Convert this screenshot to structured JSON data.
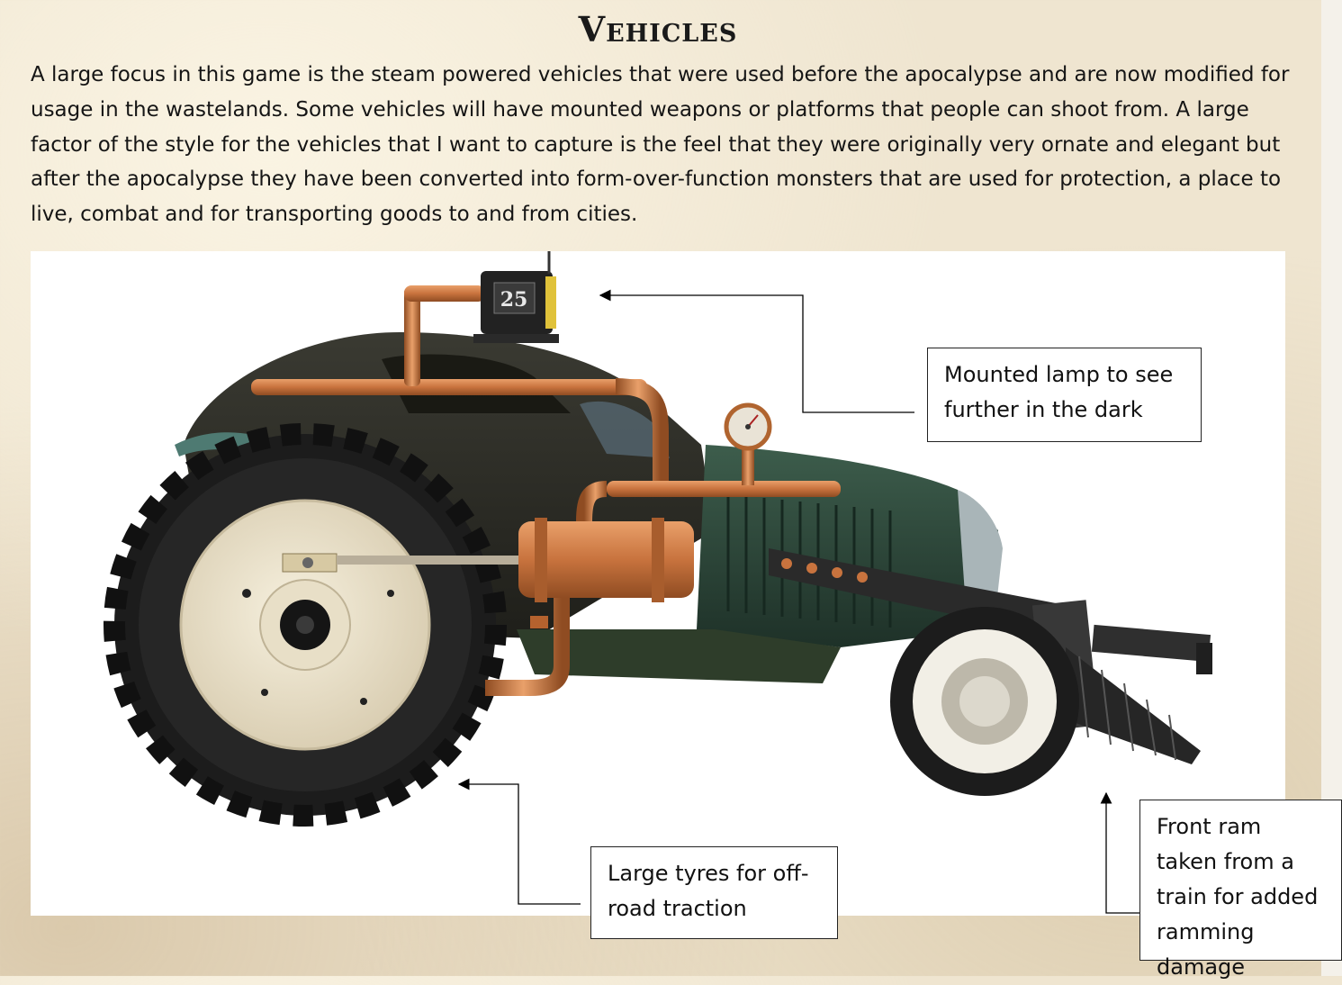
{
  "page": {
    "title": "Vehicles",
    "intro": "A large focus in this game is the steam powered vehicles that were used before the apocalypse and are now modified for usage in the wastelands. Some vehicles will have mounted weapons or platforms that people can shoot from. A large factor of the style for the vehicles that I want to capture is the feel that they were originally very ornate and elegant but after the apocalypse they have been converted into form-over-function monsters that are used for protection, a place to live, combat and for transporting goods to and from cities."
  },
  "illustration": {
    "lamp_number": "25"
  },
  "callouts": {
    "lamp": "Mounted lamp to see further in the dark",
    "tyres": "Large tyres for off-road traction",
    "ram": "Front ram taken from a train for added ramming damage"
  },
  "colors": {
    "copper": "#c8733e",
    "body_dark": "#2b2b24",
    "engine_green": "#2f4a3c",
    "tyre": "#1c1c1c",
    "rim": "#efe6cf"
  }
}
